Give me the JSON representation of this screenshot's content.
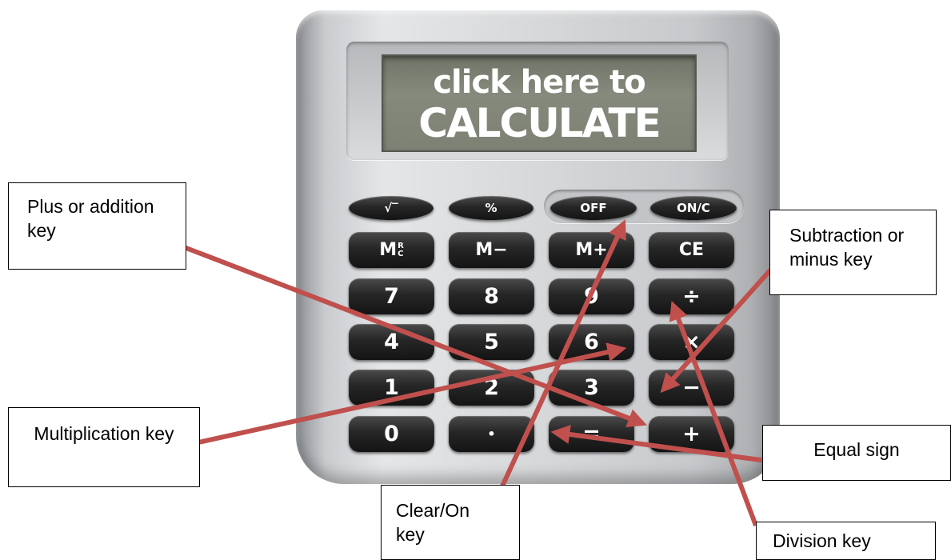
{
  "display": {
    "line1": "click here to",
    "line2": "CALCULATE"
  },
  "keys": {
    "sqrt": "√‾",
    "percent": "%",
    "off": "OFF",
    "on_c": "ON/C",
    "mrc_main": "M",
    "mrc_sup": "R",
    "mrc_sub": "C",
    "m_minus": "M−",
    "m_plus": "M+",
    "ce": "CE",
    "n7": "7",
    "n8": "8",
    "n9": "9",
    "divide": "÷",
    "n4": "4",
    "n5": "5",
    "n6": "6",
    "multiply": "×",
    "n1": "1",
    "n2": "2",
    "n3": "3",
    "minus": "−",
    "n0": "0",
    "dot": "•",
    "equals": "=",
    "plus": "+"
  },
  "callouts": {
    "plus": "Plus or addition key",
    "subtraction": "Subtraction or minus key",
    "multiplication": "Multiplication key",
    "equal": "Equal sign",
    "clear_on": "Clear/On key",
    "division": "Division key"
  },
  "colors": {
    "arrow": "#c0504d",
    "calculator_body": "#d6d8da",
    "lcd": "#7c8174",
    "key": "#1c1c1c"
  }
}
